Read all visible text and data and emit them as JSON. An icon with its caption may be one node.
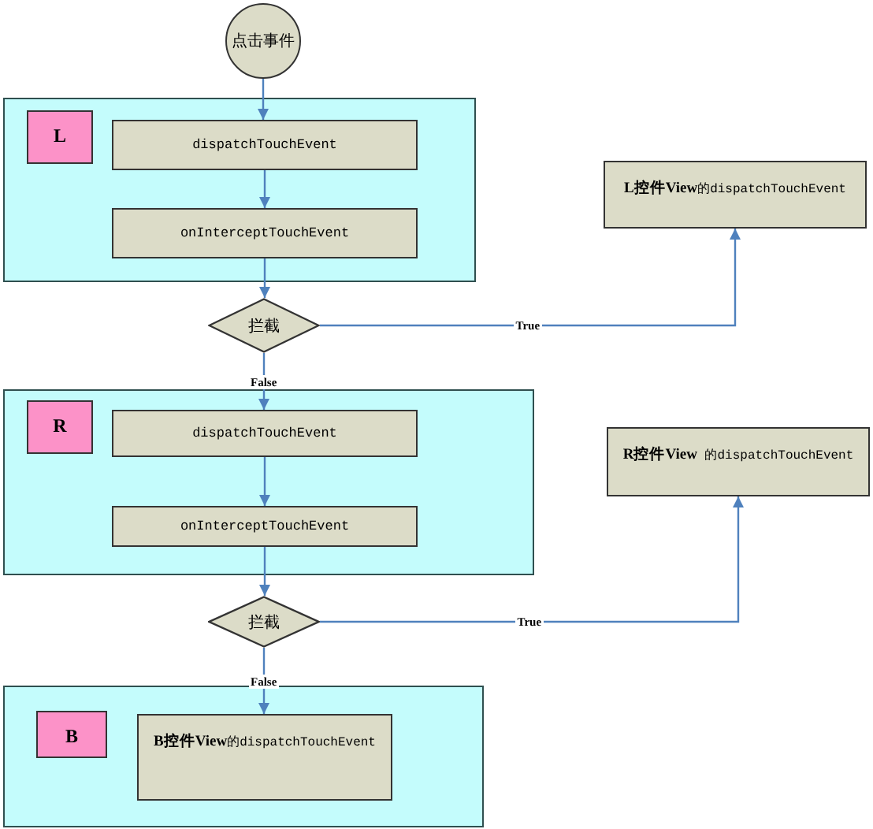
{
  "diagram": {
    "nodes": [
      {
        "text": [
          "点击事件"
        ]
      },
      {
        "text": [],
        "shape": "box"
      },
      {
        "text": [
          "L"
        ],
        "in": 1
      },
      {
        "text": [
          "dispatchTouchEvent"
        ],
        "in": 1
      },
      {
        "text": [
          "onInterceptTouchEvent"
        ],
        "in": 1
      },
      {
        "text": [
          "拦截"
        ]
      },
      {
        "text": [
          "**L控件View**的dispatchTouchEvent"
        ]
      },
      {
        "text": [],
        "shape": "box"
      },
      {
        "text": [
          "R"
        ],
        "in": 7
      },
      {
        "text": [
          "dispatchTouchEvent"
        ],
        "in": 7
      },
      {
        "text": [
          "onInterceptTouchEvent"
        ],
        "in": 7
      },
      {
        "text": [
          "拦截"
        ]
      },
      {
        "text": [
          "**R控件View** 的dispatchTouchEvent"
        ]
      },
      {
        "text": [],
        "shape": "box"
      },
      {
        "text": [
          "B"
        ],
        "in": 13
      },
      {
        "text": [
          "**B控件View**的dispatchTouchEvent"
        ],
        "in": 13
      }
    ],
    "edges": [
      {
        "from": 0,
        "to": 3,
        "arrow": "to"
      },
      {
        "from": 3,
        "to": 4,
        "arrow": "to"
      },
      {
        "from": 4,
        "to": 5,
        "arrow": "to"
      },
      {
        "from": 5,
        "to": 6,
        "arrow": "to",
        "label": "True"
      },
      {
        "from": 5,
        "to": 9,
        "arrow": "to",
        "label": "False"
      },
      {
        "from": 9,
        "to": 10,
        "arrow": "to"
      },
      {
        "from": 10,
        "to": 11,
        "arrow": "to"
      },
      {
        "from": 11,
        "to": 12,
        "arrow": "to",
        "label": "True"
      },
      {
        "from": 11,
        "to": 15,
        "arrow": "to",
        "label": "False"
      }
    ]
  }
}
